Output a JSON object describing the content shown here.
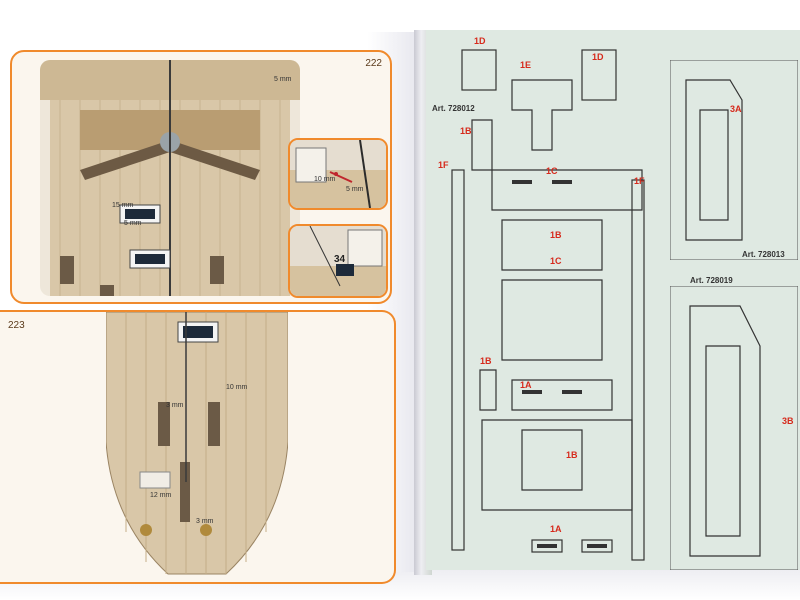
{
  "left_page": {
    "steps": [
      {
        "number": "222"
      },
      {
        "number": "223"
      }
    ],
    "measurements": [
      "5 mm",
      "15 mm",
      "5 mm",
      "10 mm",
      "5 mm",
      "10 mm",
      "3 mm",
      "12 mm",
      "3 mm",
      "34"
    ]
  },
  "right_page": {
    "sheet_labels": [
      "Art. 728012",
      "Art. 728013",
      "Art. 728019"
    ],
    "part_labels": [
      "1D",
      "1D",
      "1E",
      "1B",
      "1F",
      "1C",
      "1F",
      "1B",
      "1C",
      "1B",
      "1A",
      "1B",
      "1A",
      "3A",
      "3B"
    ]
  },
  "colors": {
    "accent": "#f08a2c",
    "parts": "#d62a1c",
    "sheet": "#dfe9e2",
    "wood": "#d9c7a8"
  }
}
